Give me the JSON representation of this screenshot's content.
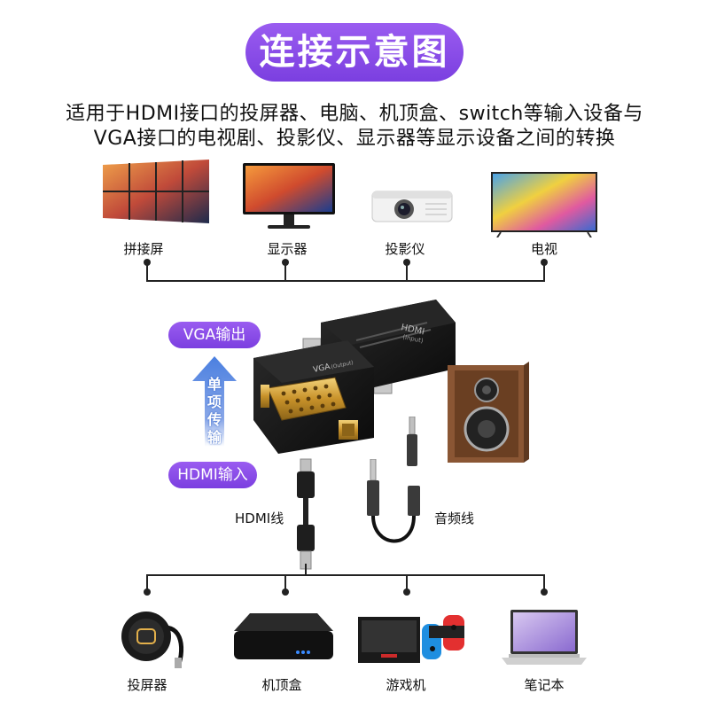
{
  "title": "连接示意图",
  "description": {
    "line1": "适用于HDMI接口的投屏器、电脑、机顶盒、switch等输入设备与",
    "line2": "VGA接口的电视剧、投影仪、显示器等显示设备之间的转换"
  },
  "display_devices": [
    {
      "label": "拼接屏",
      "icon": "video-wall-icon"
    },
    {
      "label": "显示器",
      "icon": "monitor-icon"
    },
    {
      "label": "投影仪",
      "icon": "projector-icon"
    },
    {
      "label": "电视",
      "icon": "tv-icon"
    }
  ],
  "adapter": {
    "vga_tag": "VGA输出",
    "hdmi_tag": "HDMI输入",
    "direction_text": "单项传输",
    "direction_chars": [
      "单",
      "项",
      "传",
      "输"
    ],
    "port_hdmi_text": "HDMI",
    "port_hdmi_sub": "(Input)",
    "port_vga_text": "VGA",
    "port_vga_sub": "(Output)"
  },
  "cables": {
    "hdmi_label": "HDMI线",
    "audio_label": "音频线"
  },
  "source_devices": [
    {
      "label": "投屏器",
      "icon": "screen-caster-icon"
    },
    {
      "label": "机顶盒",
      "icon": "set-top-box-icon"
    },
    {
      "label": "游戏机",
      "icon": "game-console-icon"
    },
    {
      "label": "笔记本",
      "icon": "laptop-icon"
    }
  ],
  "colors": {
    "accent_purple": "#8a4ce8",
    "arrow_blue": "#4a7fe0",
    "adapter_black": "#151515",
    "gold": "#d9a93a",
    "speaker_wood": "#8a5634"
  }
}
